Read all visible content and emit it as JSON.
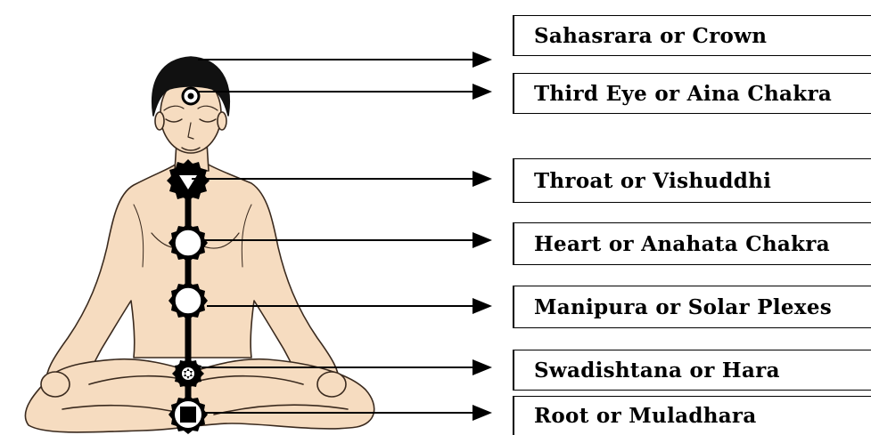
{
  "chakras": [
    {
      "label": "Sahasrara or Crown"
    },
    {
      "label": "Third Eye or Aina Chakra"
    },
    {
      "label": "Throat or Vishuddhi"
    },
    {
      "label": "Heart or Anahata Chakra"
    },
    {
      "label": "Manipura or Solar Plexes"
    },
    {
      "label": "Swadishtana or Hara"
    },
    {
      "label": "Root or Muladhara"
    }
  ],
  "colors": {
    "skin": "#f6dcc0",
    "skin_shadow": "#e9c7a6",
    "outline": "#3a2a1e",
    "hair": "#111111",
    "chakra": "#000000",
    "line": "#000000"
  }
}
